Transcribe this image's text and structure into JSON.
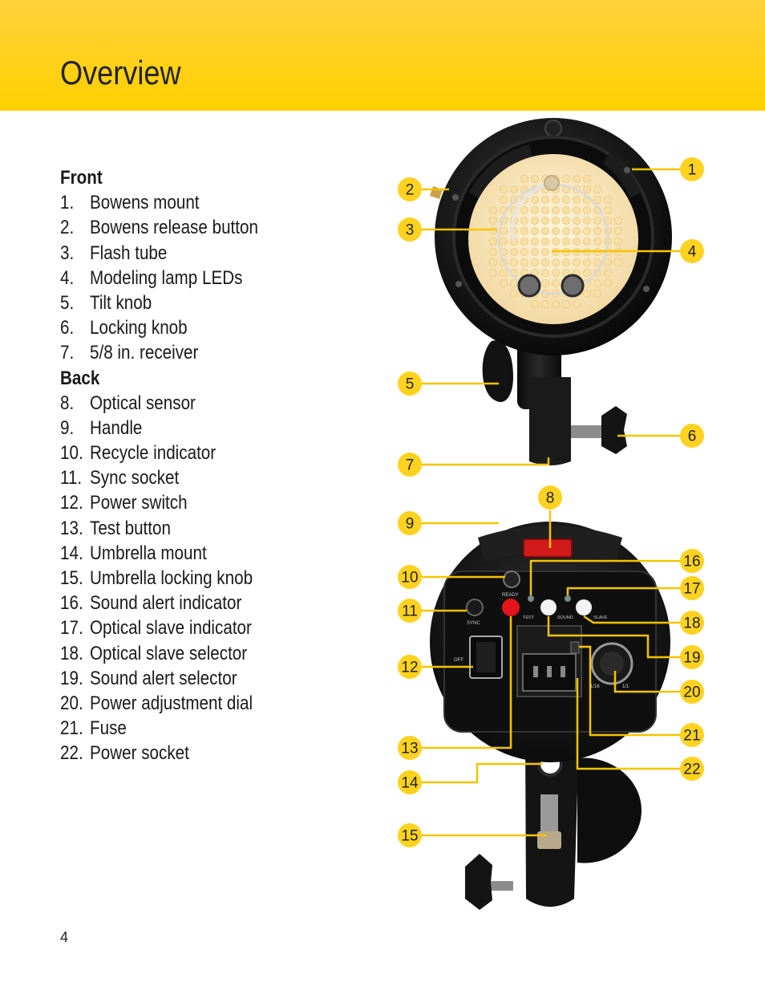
{
  "page": {
    "title": "Overview",
    "page_number": "4"
  },
  "front": {
    "heading": "Front",
    "items": [
      {
        "num": "1.",
        "label": "Bowens mount"
      },
      {
        "num": "2.",
        "label": "Bowens release button"
      },
      {
        "num": "3.",
        "label": "Flash tube"
      },
      {
        "num": "4.",
        "label": "Modeling lamp LEDs"
      },
      {
        "num": "5.",
        "label": "Tilt knob"
      },
      {
        "num": "6.",
        "label": "Locking knob"
      },
      {
        "num": "7.",
        "label": "5/8 in. receiver"
      }
    ]
  },
  "back": {
    "heading": "Back",
    "items": [
      {
        "num": "8.",
        "label": "Optical sensor"
      },
      {
        "num": "9.",
        "label": "Handle"
      },
      {
        "num": "10.",
        "label": "Recycle indicator"
      },
      {
        "num": "11.",
        "label": "Sync socket"
      },
      {
        "num": "12.",
        "label": "Power switch"
      },
      {
        "num": "13.",
        "label": "Test button"
      },
      {
        "num": "14.",
        "label": "Umbrella mount"
      },
      {
        "num": "15.",
        "label": "Umbrella locking knob"
      },
      {
        "num": "16.",
        "label": "Sound alert indicator"
      },
      {
        "num": "17.",
        "label": "Optical slave indicator"
      },
      {
        "num": "18.",
        "label": "Optical slave selector"
      },
      {
        "num": "19.",
        "label": "Sound alert selector"
      },
      {
        "num": "20.",
        "label": "Power adjustment dial"
      },
      {
        "num": "21.",
        "label": "Fuse"
      },
      {
        "num": "22.",
        "label": "Power socket"
      }
    ]
  },
  "callouts": [
    "1",
    "2",
    "3",
    "4",
    "5",
    "6",
    "7",
    "8",
    "9",
    "10",
    "11",
    "12",
    "13",
    "14",
    "15",
    "16",
    "17",
    "18",
    "19",
    "20",
    "21",
    "22"
  ],
  "panel_labels": {
    "ready": "READY",
    "sync": "SYNC",
    "test": "TEST",
    "sound": "SOUND",
    "slave": "SLAVE",
    "off": "OFF",
    "dial_min": "1/16",
    "dial_max": "1/1"
  },
  "colors": {
    "accent_yellow": "#ffd21f",
    "callout_line": "#f5c400",
    "test_button_red": "#e3141b"
  }
}
